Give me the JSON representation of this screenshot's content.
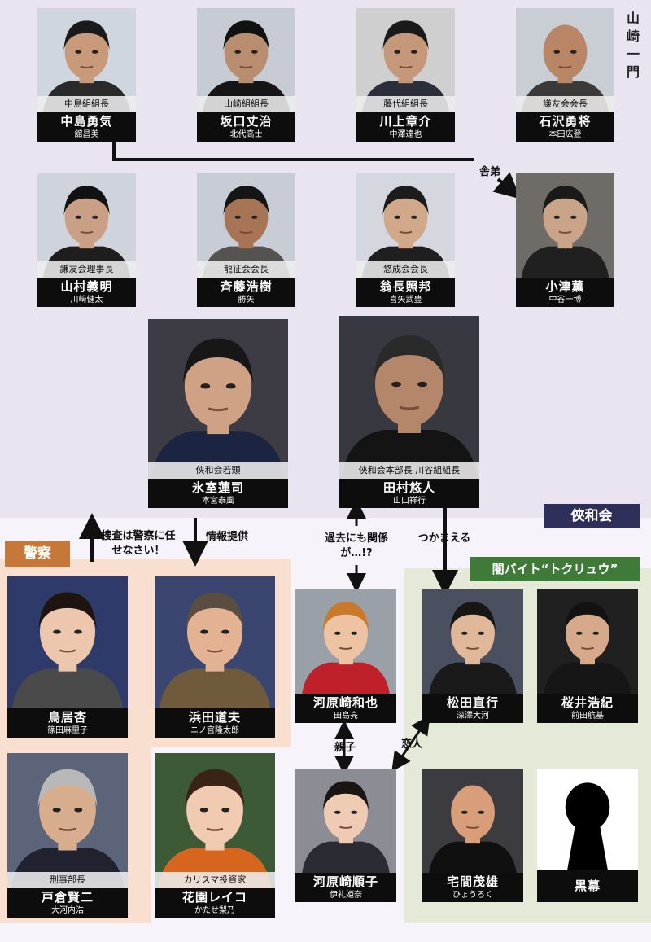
{
  "colors": {
    "yamazaki_bg": "#e9e4f0",
    "kyowakai_tag": "#2f2f5b",
    "police_bg": "#f9dfcf",
    "police_tag": "#c57838",
    "tokuryu_bg": "#e4ead7",
    "tokuryu_tag": "#3f7a39",
    "bar_bg": "#0d0d0d"
  },
  "groups": {
    "yamazaki": "山崎一門",
    "kyowakai": "俠和会",
    "police": "警察",
    "tokuryu": "闇バイト“トクリュウ”"
  },
  "people": {
    "nakajima": {
      "role": "中島組組長",
      "name": "中島勇気",
      "actor": "舘昌美"
    },
    "sakaguchi": {
      "role": "山崎組組長",
      "name": "坂口丈治",
      "actor": "北代高士"
    },
    "kawakami": {
      "role": "藤代組組長",
      "name": "川上章介",
      "actor": "中澤達也"
    },
    "ishizawa": {
      "role": "謙友会会長",
      "name": "石沢勇将",
      "actor": "本田広登"
    },
    "yamamura": {
      "role": "謙友会理事長",
      "name": "山村義明",
      "actor": "川﨑健太"
    },
    "saito": {
      "role": "龍征会会長",
      "name": "斉藤浩樹",
      "actor": "勝矢"
    },
    "okina": {
      "role": "悠成会会長",
      "name": "翁長照邦",
      "actor": "喜矢武豊"
    },
    "ozu": {
      "name": "小津薫",
      "actor": "中谷一博"
    },
    "himuro": {
      "role": "俠和会若頭",
      "name": "氷室蓮司",
      "actor": "本宮泰風"
    },
    "tamura": {
      "role": "俠和会本部長 川谷組組長",
      "name": "田村悠人",
      "actor": "山口祥行"
    },
    "torii": {
      "name": "鳥居杏",
      "actor": "篠田麻里子"
    },
    "hamada": {
      "name": "浜田道夫",
      "actor": "ニノ宮隆太郎"
    },
    "tokura": {
      "role": "刑事部長",
      "name": "戸倉賢二",
      "actor": "大河内浩"
    },
    "hanazono": {
      "role": "カリスマ投資家",
      "name": "花園レイコ",
      "actor": "かたせ梨乃"
    },
    "kazuya": {
      "name": "河原崎和也",
      "actor": "田島亮"
    },
    "junko": {
      "name": "河原崎順子",
      "actor": "伊礼姫奈"
    },
    "matsuda": {
      "name": "松田直行",
      "actor": "深澤大河"
    },
    "sakurai": {
      "name": "桜井浩紀",
      "actor": "前田航基"
    },
    "takuma": {
      "name": "宅間茂雄",
      "actor": "ひょうろく"
    },
    "kuromaku": {
      "name": "黒幕"
    }
  },
  "relations": {
    "shatei": "舎弟",
    "leave_to_police": "捜査は警察に任せなさい！",
    "info": "情報提供",
    "past": "過去にも関係が…!?",
    "catch": "つかまえる",
    "oyako": "親子",
    "koibito": "恋人"
  }
}
